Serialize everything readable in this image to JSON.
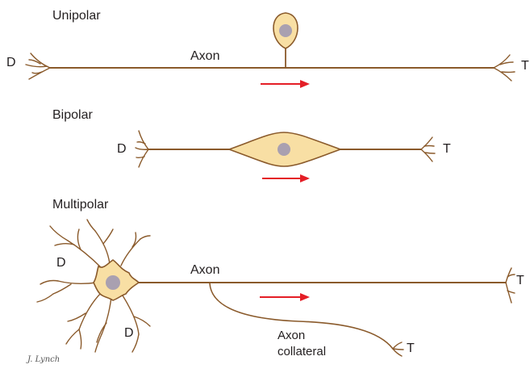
{
  "colors": {
    "neuron_stroke": "#8a5a2b",
    "soma_fill": "#f8dfa4",
    "nucleus_fill": "#a9a0b0",
    "arrow": "#e41e26",
    "text": "#231f20"
  },
  "unipolar": {
    "title": "Unipolar",
    "dendrite_label": "D",
    "axon_label": "Axon",
    "terminal_label": "T"
  },
  "bipolar": {
    "title": "Bipolar",
    "dendrite_label": "D",
    "terminal_label": "T"
  },
  "multipolar": {
    "title": "Multipolar",
    "dendrite_label_top": "D",
    "dendrite_label_bottom": "D",
    "axon_label": "Axon",
    "terminal_label": "T",
    "collateral_label_line1": "Axon",
    "collateral_label_line2": "collateral",
    "collateral_terminal_label": "T"
  },
  "signature": "J. Lynch"
}
